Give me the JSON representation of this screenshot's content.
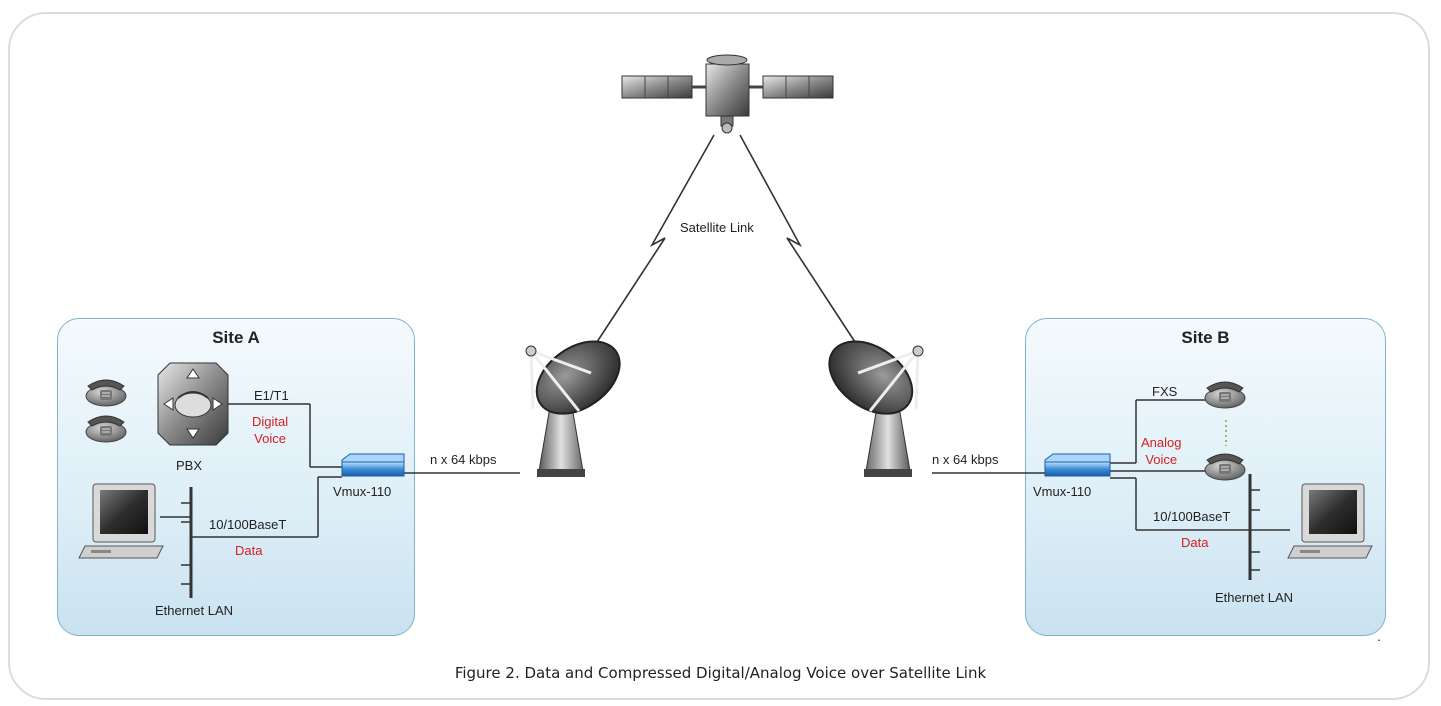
{
  "site_a": {
    "title": "Site A",
    "pbx_label": "PBX",
    "e1t1_label": "E1/T1",
    "digital_voice_label": "Digital\nVoice",
    "vmux_label": "Vmux-110",
    "baset_label": "10/100BaseT",
    "data_label": "Data",
    "lan_label": "Ethernet LAN"
  },
  "site_b": {
    "title": "Site B",
    "fxs_label": "FXS",
    "analog_voice_label": "Analog\nVoice",
    "vmux_label": "Vmux-110",
    "baset_label": "10/100BaseT",
    "data_label": "Data",
    "lan_label": "Ethernet LAN"
  },
  "link": {
    "satellite_label": "Satellite Link",
    "left_rate_label": "n x 64 kbps",
    "right_rate_label": "n x 64 kbps"
  },
  "caption": "Figure 2.  Data and Compressed Digital/Analog Voice over Satellite Link",
  "trailing_mark": ".",
  "colors": {
    "site_border": "#7fb2cc",
    "vmux": "#3c8ed8",
    "red_text": "#d42020"
  }
}
